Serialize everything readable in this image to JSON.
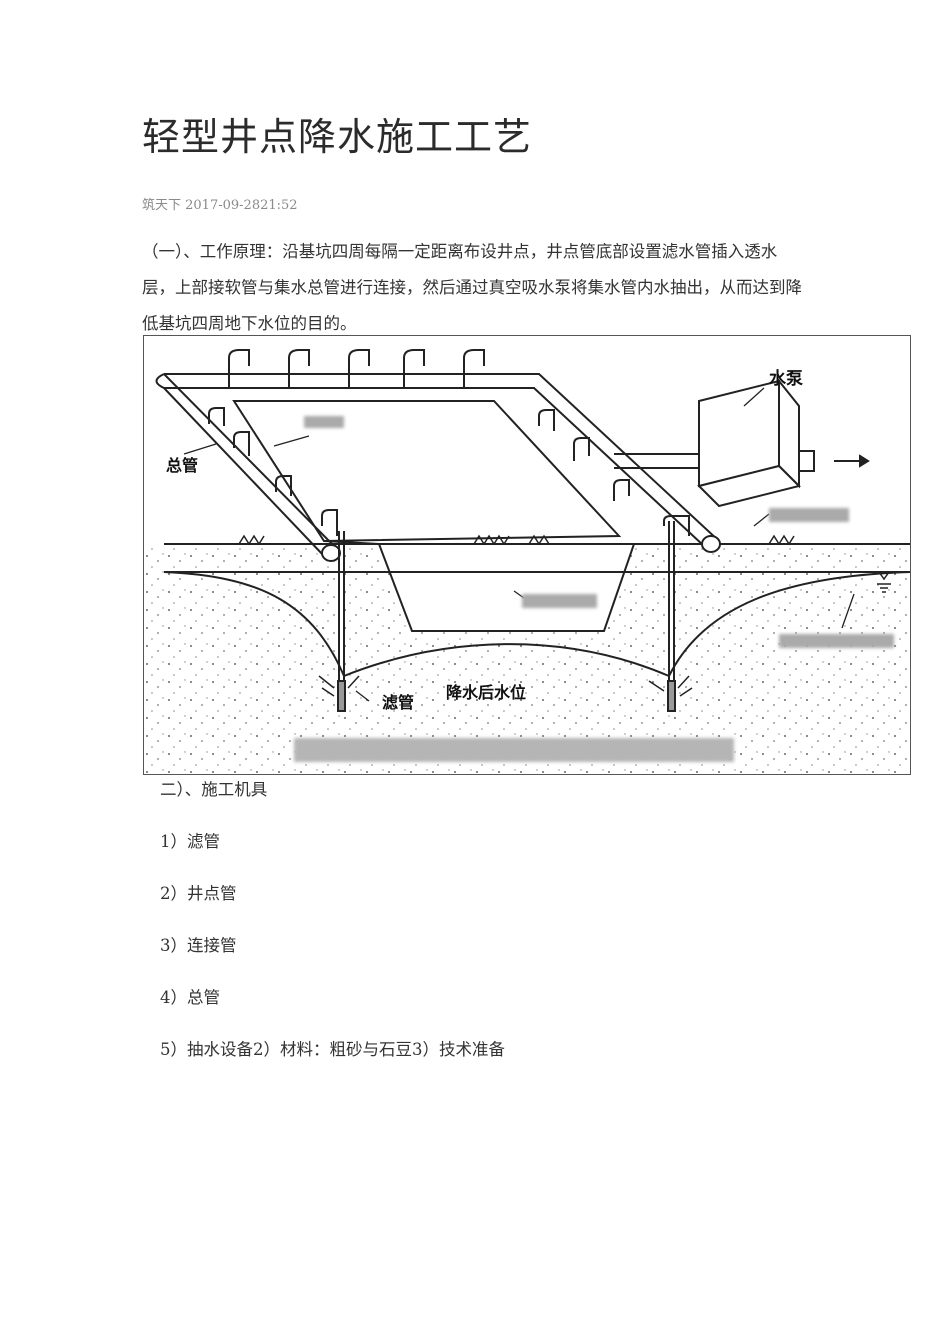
{
  "article": {
    "title": "轻型井点降水施工工艺",
    "meta": "筑天下 2017-09-2821:52",
    "intro": "（一）、工作原理：沿基坑四周每隔一定距离布设井点，井点管底部设置滤水管插入透水层，上部接软管与集水总管进行连接，然后通过真空吸水泵将集水管内水抽出，从而达到降低基坑四周地下水位的目的。"
  },
  "figure": {
    "label_pump": "水泵",
    "label_main_pipe": "总管",
    "label_filter": "滤管",
    "label_lowered_water": "降水后水位"
  },
  "list": {
    "heading": "二）、施工机具",
    "items": [
      "1）滤管",
      "2）井点管",
      "3）连接管",
      "4）总管",
      "5）抽水设备2）材料：粗砂与石豆3）技术准备"
    ]
  }
}
